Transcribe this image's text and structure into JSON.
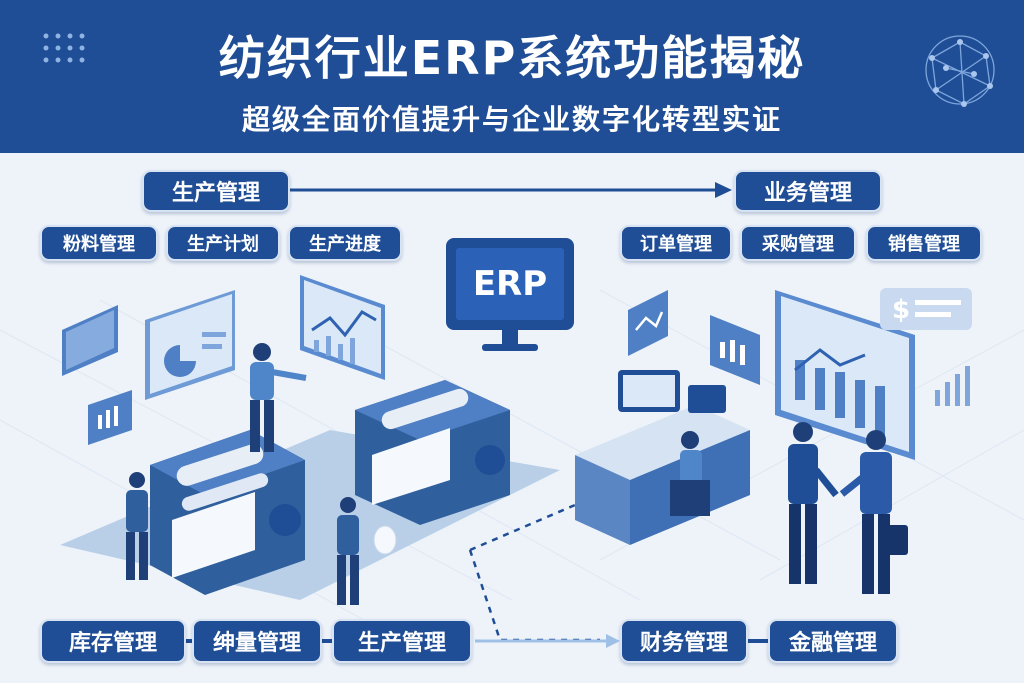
{
  "header": {
    "title": "纺织行业ERP系统功能揭秘",
    "subtitle": "超级全面价值提升与企业数字化转型实证"
  },
  "top_flow": {
    "left": "生产管理",
    "right": "业务管理"
  },
  "left_modules": [
    "粉料管理",
    "生产计划",
    "生产进度"
  ],
  "right_modules": [
    "订单管理",
    "采购管理",
    "销售管理"
  ],
  "center_screen": {
    "label": "ERP"
  },
  "bottom_flow": {
    "left": [
      "库存管理",
      "绅量管理",
      "生产管理"
    ],
    "right": [
      "财务管理",
      "金融管理"
    ]
  },
  "colors": {
    "primary": "#1f4e96",
    "accent_light": "#9fc0e6",
    "background": "#eef3f9"
  }
}
